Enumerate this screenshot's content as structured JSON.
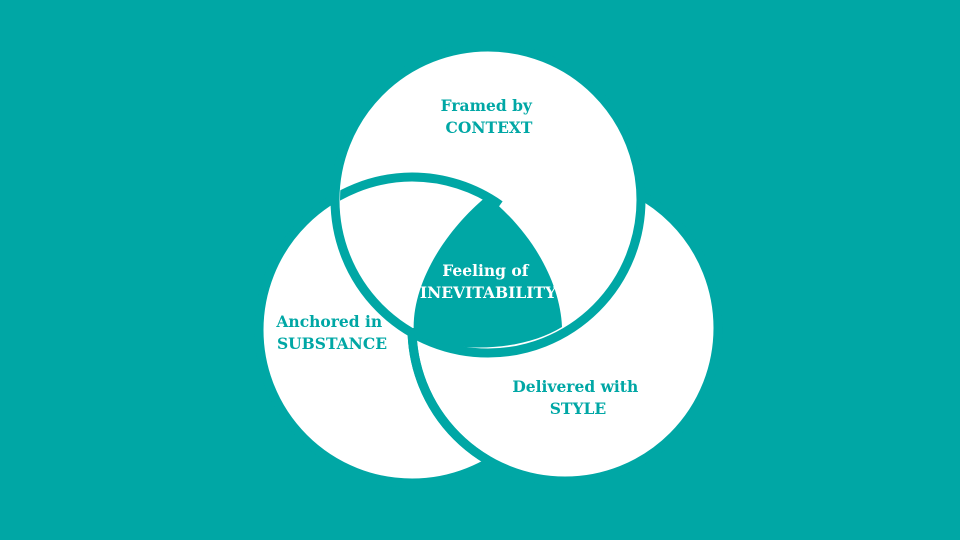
{
  "colors": {
    "background": "#00a7a5",
    "circle_fill": "#ffffff",
    "text_on_circle": "#00a7a5",
    "text_center": "#ffffff"
  },
  "diagram": {
    "top": {
      "line1": "Framed by",
      "line2": "CONTEXT"
    },
    "left": {
      "line1": "Anchored in",
      "line2": "SUBSTANCE"
    },
    "right": {
      "line1": "Delivered with",
      "line2": "STYLE"
    },
    "center": {
      "line1": "Feeling of",
      "line2": "INEVITABILITY"
    }
  }
}
